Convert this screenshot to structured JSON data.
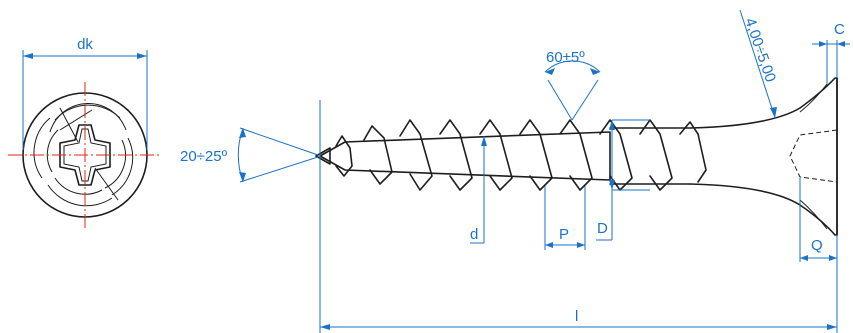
{
  "labels": {
    "head_diameter": "dk",
    "point_angle": "20÷25º",
    "thread_angle": "60±5º",
    "head_angle_range": "4,00÷5,00",
    "head_edge": "C",
    "thread_diameter": "d",
    "pitch": "P",
    "major_diameter": "D",
    "recess_depth": "Q",
    "length": "l"
  },
  "colors": {
    "dimension": "#1a73c9",
    "outline": "#1e1e1e",
    "centerline": "#e2231a"
  }
}
